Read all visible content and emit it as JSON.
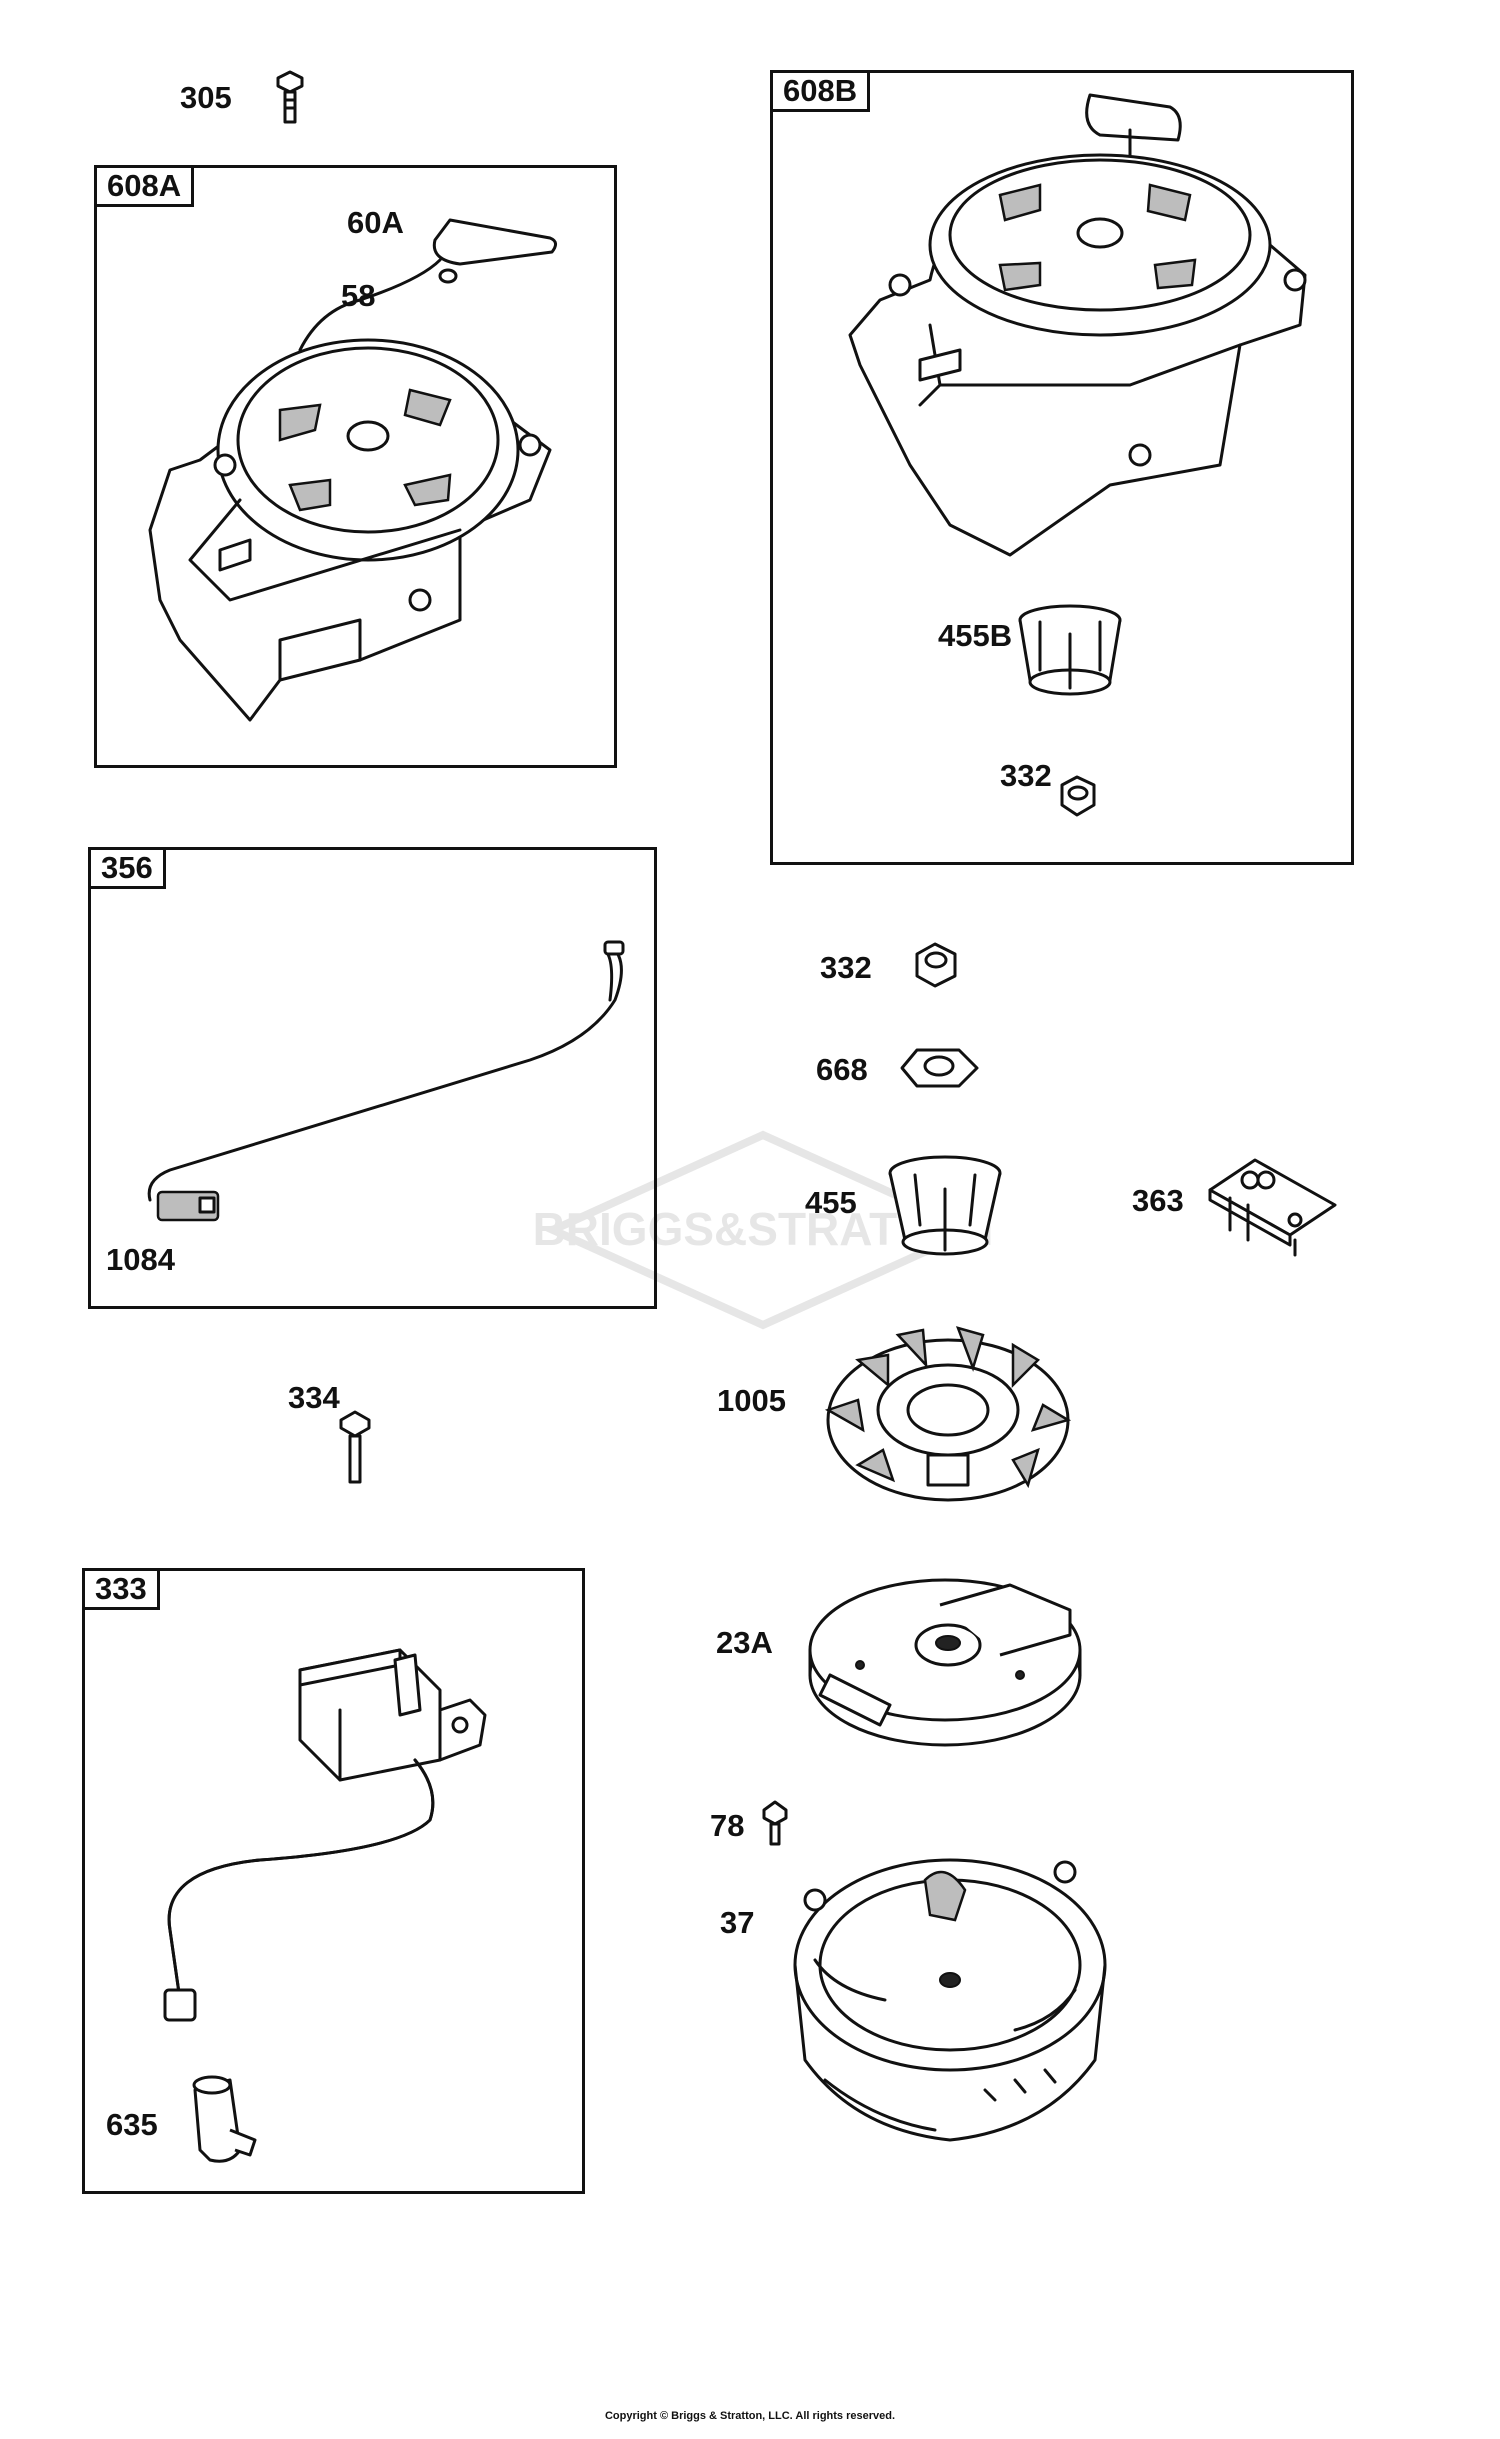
{
  "diagram": {
    "boxes": {
      "box_608a": "608A",
      "box_608b": "608B",
      "box_356": "356",
      "box_333": "333"
    },
    "callouts": {
      "p305": "305",
      "p60a": "60A",
      "p58": "58",
      "p455b": "455B",
      "p332_top": "332",
      "p1084": "1084",
      "p332": "332",
      "p668": "668",
      "p455": "455",
      "p363": "363",
      "p334": "334",
      "p1005": "1005",
      "p23a": "23A",
      "p78": "78",
      "p37": "37",
      "p635": "635"
    },
    "watermark": "BRIGGS&STRATTON",
    "copyright": "Copyright © Briggs & Stratton, LLC. All rights reserved."
  }
}
